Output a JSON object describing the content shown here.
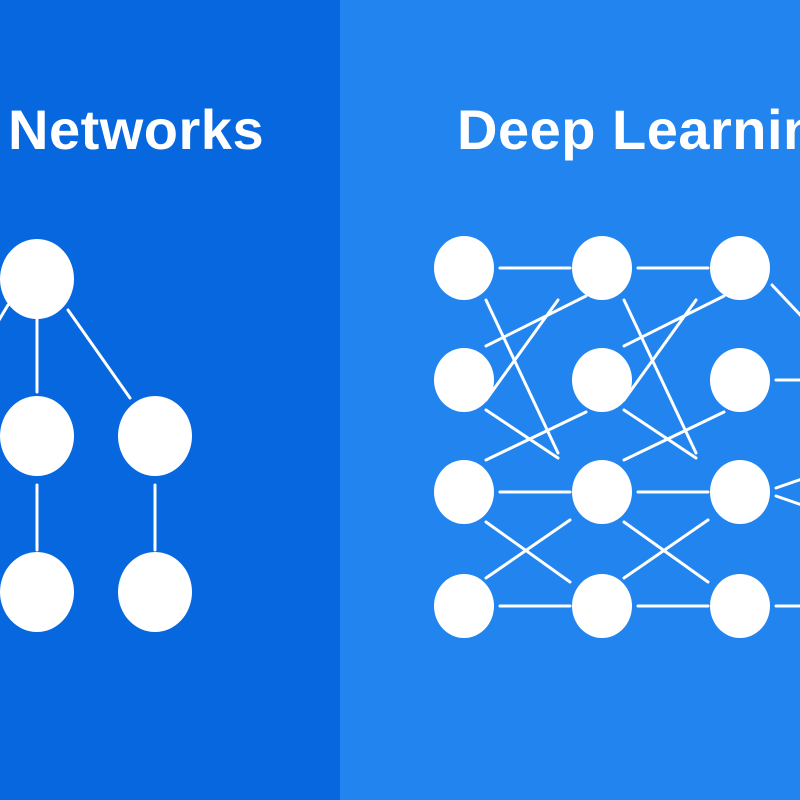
{
  "colors": {
    "left_background": "#0767de",
    "right_background": "#2284ee",
    "foreground": "#ffffff"
  },
  "left_panel": {
    "title": "Networks",
    "illustration": "tree-network-diagram"
  },
  "right_panel": {
    "title": "Deep Learning",
    "illustration": "layered-neural-network-diagram"
  }
}
